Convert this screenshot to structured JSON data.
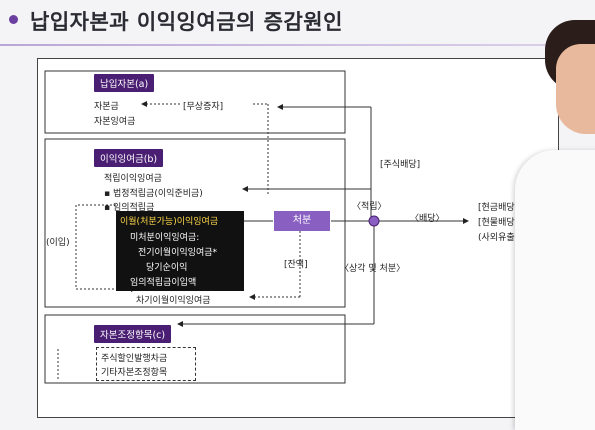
{
  "title": "납입자본과 이익잉여금의 증감원인",
  "sections": {
    "paid_in": {
      "tab": "납입자본(a)",
      "items": [
        "자본금",
        "자본잉여금"
      ],
      "bracket": "[무상증자]"
    },
    "retained": {
      "tab": "이익잉여금(b)",
      "items": [
        "적립이익잉여금",
        "법정적립금(이익준비금)",
        "임의적립금"
      ],
      "black_box": [
        "이월(처분가능)이익잉여금",
        "미처분이익잉여금:",
        "전기이월이익잉여금*",
        "당기순이익",
        "임의적립금이입액"
      ],
      "after": "차기이월이익잉여금"
    },
    "adjust": {
      "tab": "자본조정항목(c)",
      "items": [
        "주식할인발행차금",
        "기타자본조정항목"
      ]
    }
  },
  "labels": {
    "chubun": "처분",
    "stock_div": "[주식배당]",
    "reserve": "〈적립〉",
    "dividend": "〈배당〉",
    "transfer_in": "(이입)",
    "remainder": "[잔액]",
    "amort": "〈상각 및 처분〉",
    "outflows": [
      "[현금배당]",
      "[현물배당]",
      "(사외유출)"
    ]
  },
  "colors": {
    "accent": "#4a1f73",
    "chubun": "#8a5fc2",
    "highlight": "#ffd84a"
  }
}
